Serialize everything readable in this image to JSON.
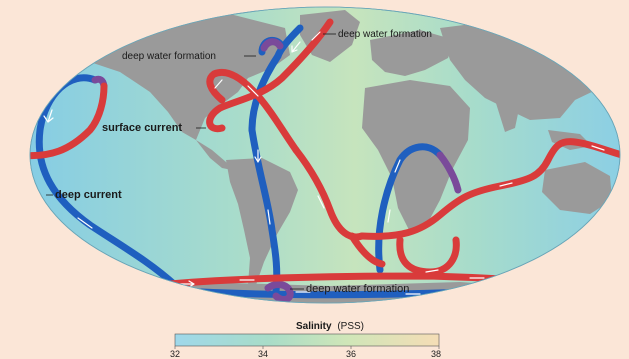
{
  "labels": {
    "deep_water_formation_1": "deep water formation",
    "deep_water_formation_2": "deep water formation",
    "deep_water_formation_3": "deep water formation",
    "surface_current": "surface current",
    "deep_current": "deep current"
  },
  "legend": {
    "title": "Salinity",
    "unit": "(PSS)",
    "ticks": [
      "32",
      "34",
      "36",
      "38"
    ],
    "gradient": [
      "#9fd8ea",
      "#a8dcc8",
      "#cfe6b8",
      "#f5ddb6"
    ]
  },
  "colors": {
    "ocean_low": "#8fd1e6",
    "ocean_mid": "#a9dcc6",
    "ocean_high": "#e9dcb2",
    "land": "#999999",
    "surface_current": "#d93b3b",
    "deep_current": "#1f5fbf",
    "transition": "#7a4a9a",
    "arrow": "#ffffff",
    "background": "#fbe6d7"
  }
}
